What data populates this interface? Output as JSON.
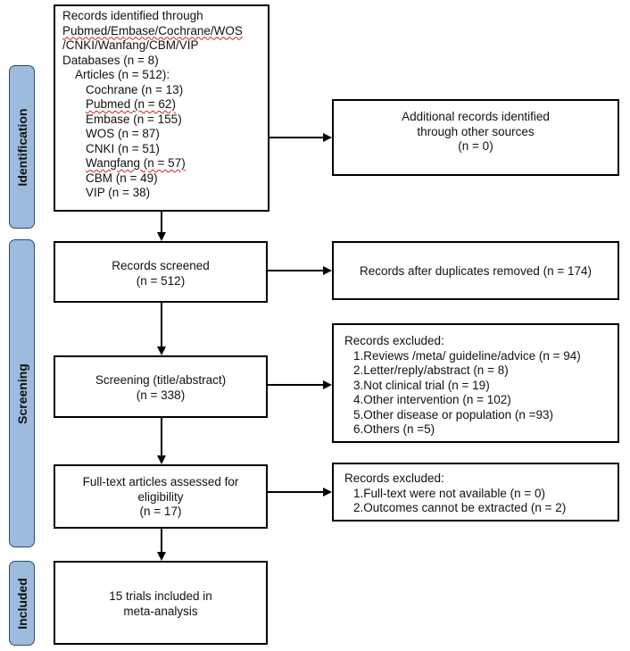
{
  "phases": {
    "identification": "Identification",
    "screening": "Screening",
    "included": "Included"
  },
  "identified": {
    "line1": "Records identified through",
    "line2": "Pubmed/Embase/Cochrane/WOS",
    "line3": "/CNKI/Wanfang/CBM/VIP",
    "line4": "Databases (n = 8)",
    "line5": "Articles (n = 512):",
    "sources": [
      "Cochrane (n = 13)",
      "Pubmed (n = 62)",
      "Embase (n = 155)",
      "WOS (n = 87)",
      "CNKI (n = 51)",
      "Wangfang (n = 57)",
      "CBM (n = 49)",
      "VIP (n = 38)"
    ]
  },
  "additional": {
    "line1": "Additional records identified",
    "line2": "through other sources",
    "line3": "(n = 0)"
  },
  "screened": {
    "line1": "Records screened",
    "line2": "(n = 512)"
  },
  "duplicates": {
    "text": "Records after duplicates removed (n = 174)"
  },
  "title_abstract": {
    "line1": "Screening (title/abstract)",
    "line2": "(n = 338)"
  },
  "excluded1": {
    "title": "Records excluded:",
    "items": [
      "1.Reviews /meta/ guideline/advice (n = 94)",
      "2.Letter/reply/abstract (n = 8)",
      "3.Not clinical trial (n = 19)",
      "4.Other intervention (n = 102)",
      "5.Other disease or population (n =93)",
      "6.Others (n =5)"
    ]
  },
  "fulltext": {
    "line1": "Full-text articles assessed for",
    "line2": "eligibility",
    "line3": "(n = 17)"
  },
  "excluded2": {
    "title": "Records excluded:",
    "items": [
      "1.Full-text were not available (n = 0)",
      "2.Outcomes cannot be extracted (n = 2)"
    ]
  },
  "included": {
    "line1": "15 trials included in",
    "line2": "meta-analysis"
  }
}
